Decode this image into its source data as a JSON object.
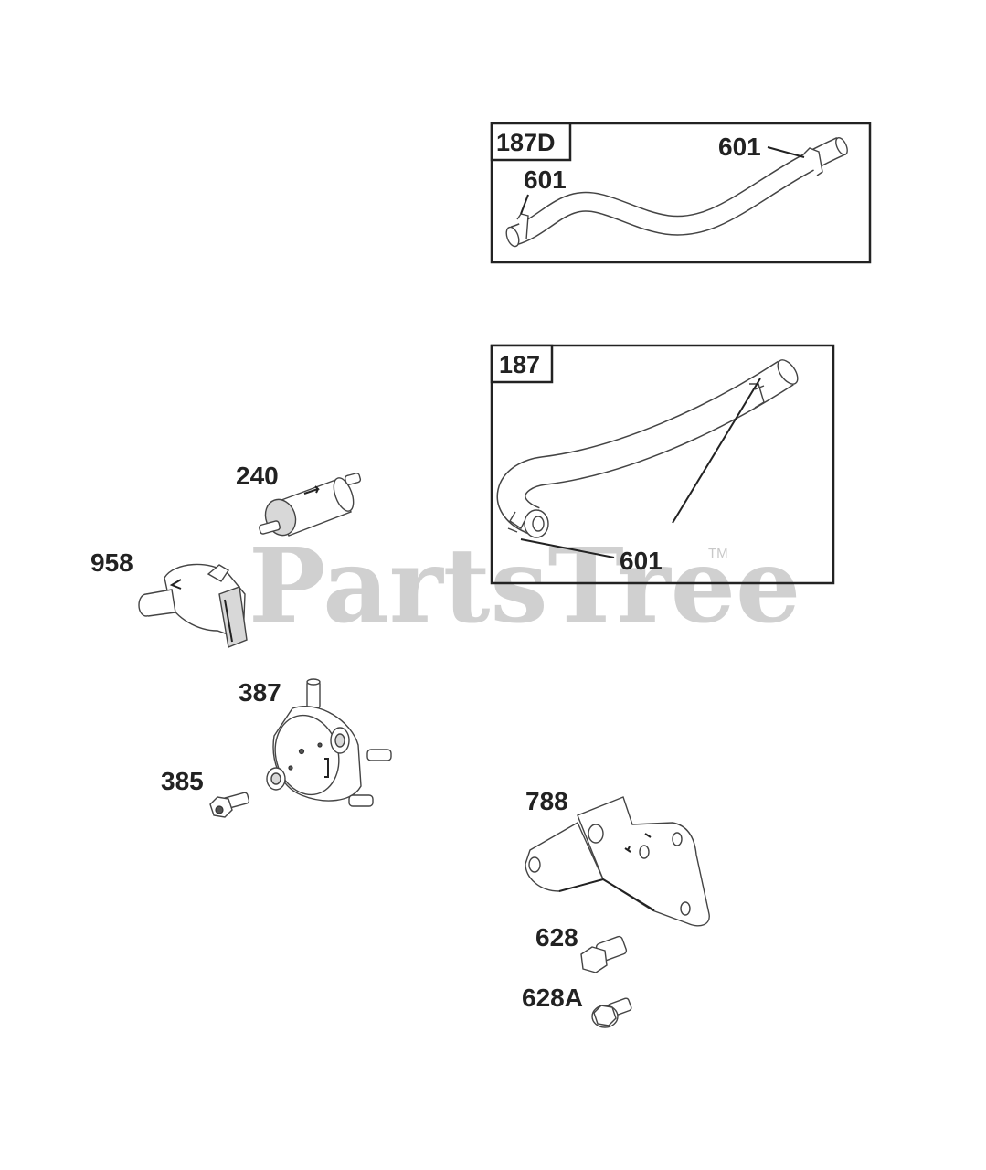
{
  "watermark": {
    "text": "PartsTree",
    "trademark": "TM"
  },
  "boxes": [
    {
      "id": "187D",
      "label": "187D",
      "callouts": [
        "601",
        "601"
      ]
    },
    {
      "id": "187",
      "label": "187",
      "callouts": [
        "601"
      ]
    }
  ],
  "parts": [
    {
      "id": "240",
      "label": "240"
    },
    {
      "id": "958",
      "label": "958"
    },
    {
      "id": "387",
      "label": "387"
    },
    {
      "id": "385",
      "label": "385"
    },
    {
      "id": "788",
      "label": "788"
    },
    {
      "id": "628",
      "label": "628"
    },
    {
      "id": "628A",
      "label": "628A"
    }
  ],
  "colors": {
    "line": "#222222",
    "watermark": "#d0d0d0",
    "background": "#ffffff"
  }
}
